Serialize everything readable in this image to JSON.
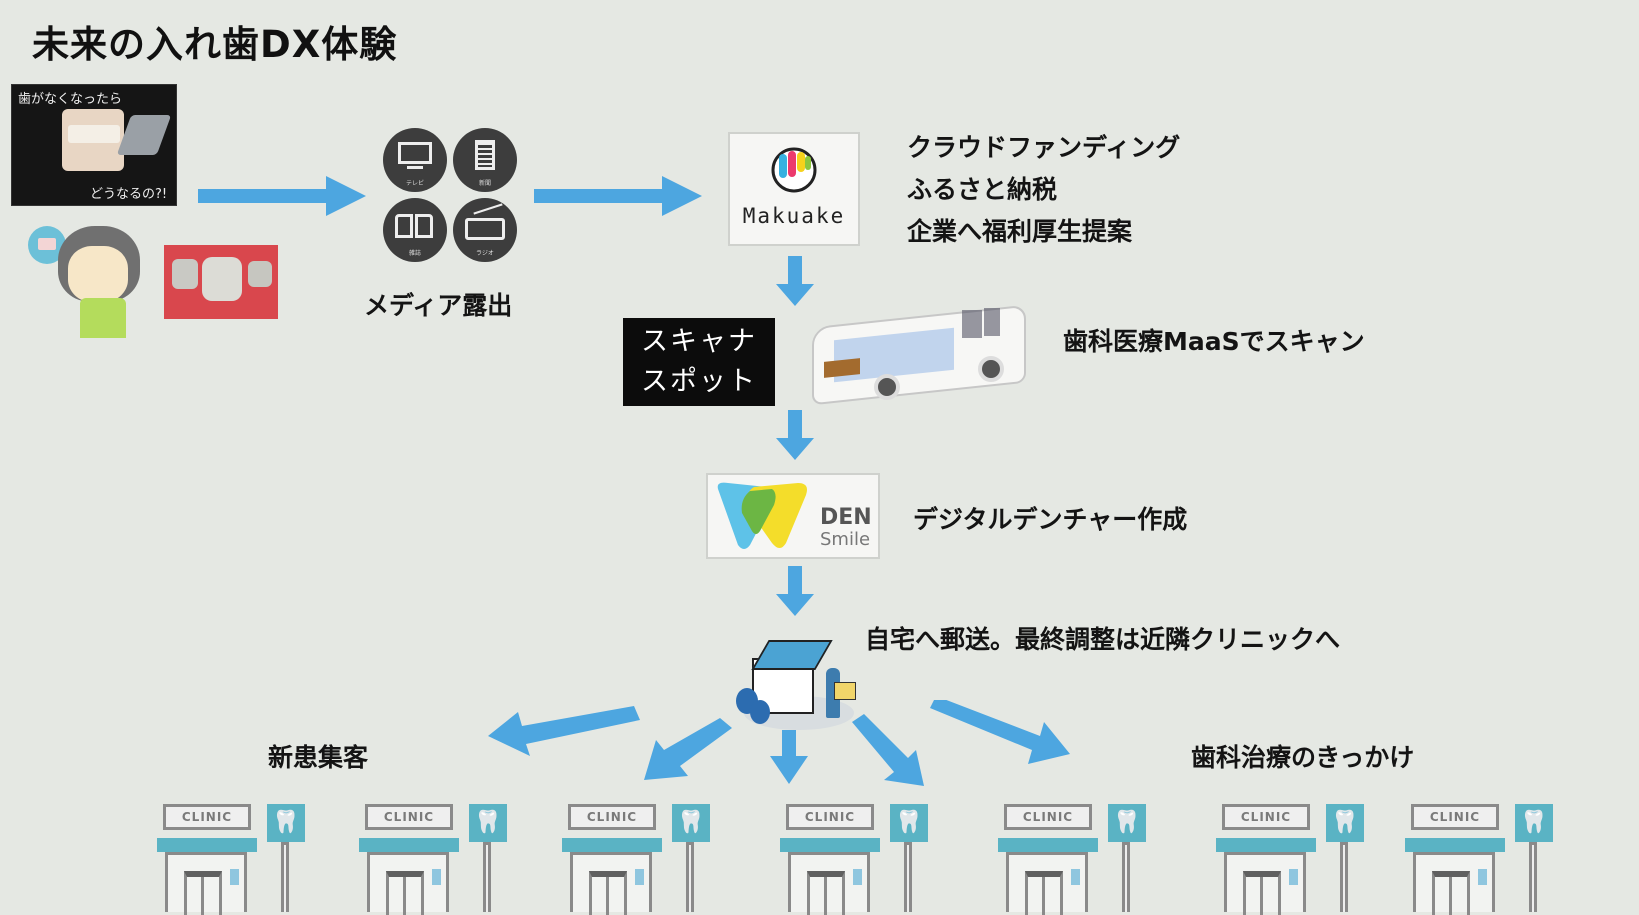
{
  "title": "未来の入れ歯DX体験",
  "colors": {
    "arrow": "#4da6e0",
    "clinic_teal": "#5ab3c4",
    "background": "#e5e8e3"
  },
  "intro": {
    "photo_caption_top": "歯がなくなったら",
    "photo_caption_bottom": "どうなるの?!"
  },
  "media": {
    "label": "メディア露出",
    "icons": [
      {
        "icon": "tv-icon",
        "caption": "テレビ"
      },
      {
        "icon": "newspaper-icon",
        "caption": "新聞"
      },
      {
        "icon": "magazine-icon",
        "caption": "雑誌"
      },
      {
        "icon": "radio-icon",
        "caption": "ラジオ"
      }
    ]
  },
  "funding": {
    "logo_text": "Makuake",
    "lines": [
      "クラウドファンディング",
      "ふるさと納税",
      "企業へ福利厚生提案"
    ]
  },
  "scan": {
    "box_lines": [
      "スキャナ",
      "スポット"
    ],
    "label": "歯科医療MaaSでスキャン"
  },
  "denture": {
    "logo_top": "DEN",
    "logo_bottom": "Smile",
    "label": "デジタルデンチャー作成"
  },
  "delivery": {
    "label": "自宅へ郵送。最終調整は近隣クリニックへ"
  },
  "outcomes": {
    "left": "新患集客",
    "right": "歯科治療のきっかけ"
  },
  "clinics": [
    {
      "sign": "CLINIC"
    },
    {
      "sign": "CLINIC"
    },
    {
      "sign": "CLINIC"
    },
    {
      "sign": "CLINIC"
    },
    {
      "sign": "CLINIC"
    },
    {
      "sign": "CLINIC"
    },
    {
      "sign": "CLINIC"
    }
  ]
}
